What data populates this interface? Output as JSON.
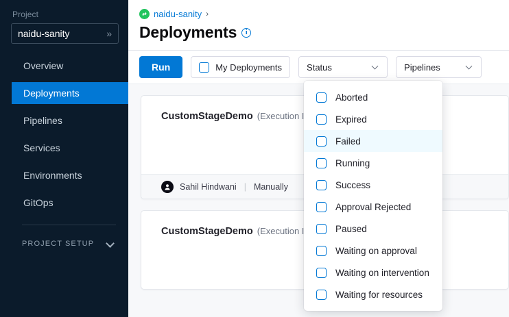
{
  "sidebar": {
    "project_label": "Project",
    "project_value": "naidu-sanity",
    "project_chevron": "»",
    "items": [
      {
        "label": "Overview",
        "active": false
      },
      {
        "label": "Deployments",
        "active": true
      },
      {
        "label": "Pipelines",
        "active": false
      },
      {
        "label": "Services",
        "active": false
      },
      {
        "label": "Environments",
        "active": false
      },
      {
        "label": "GitOps",
        "active": false
      }
    ],
    "section_label": "PROJECT SETUP",
    "section_icon": "chevron-down-icon"
  },
  "header": {
    "breadcrumb_icon": "project-link-icon",
    "breadcrumb_link": "naidu-sanity",
    "breadcrumb_separator": "›",
    "title": "Deployments",
    "info_icon_glyph": "i"
  },
  "toolbar": {
    "run_label": "Run",
    "my_deployments_label": "My Deployments",
    "my_deployments_checked": false,
    "status_label": "Status",
    "pipelines_label": "Pipelines"
  },
  "status_dropdown": {
    "open": true,
    "highlighted": "Failed",
    "options": [
      {
        "label": "Aborted",
        "checked": false
      },
      {
        "label": "Expired",
        "checked": false
      },
      {
        "label": "Failed",
        "checked": false
      },
      {
        "label": "Running",
        "checked": false
      },
      {
        "label": "Success",
        "checked": false
      },
      {
        "label": "Approval Rejected",
        "checked": false
      },
      {
        "label": "Paused",
        "checked": false
      },
      {
        "label": "Waiting on approval",
        "checked": false
      },
      {
        "label": "Waiting on intervention",
        "checked": false
      },
      {
        "label": "Waiting for resources",
        "checked": false
      }
    ]
  },
  "cards": [
    {
      "name": "CustomStageDemo",
      "execution": "(Execution Id",
      "user": "Sahil Hindwani",
      "trigger": "Manually",
      "separator": "|"
    },
    {
      "name": "CustomStageDemo",
      "execution": "(Execution Id"
    }
  ],
  "colors": {
    "sidebar_bg": "#0b1b2b",
    "accent_blue": "#0278d5",
    "breadcrumb_green": "#21c45d",
    "page_bg": "#f7f8fa",
    "highlight_row": "#effaff"
  }
}
